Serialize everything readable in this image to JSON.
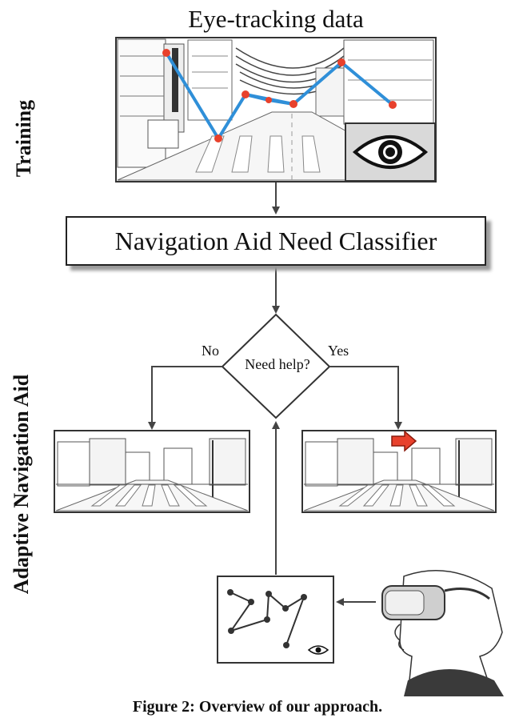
{
  "figure": {
    "top_title": "Eye-tracking data",
    "side_labels": {
      "training": "Training",
      "adaptive": "Adaptive Navigation Aid"
    },
    "classifier_label": "Navigation Aid Need Classifier",
    "decision_label": "Need help?",
    "branch_no": "No",
    "branch_yes": "Yes",
    "caption": "Figure 2: Overview of our approach."
  },
  "colors": {
    "gaze_line": "#2f8fd8",
    "gaze_point": "#e8412c",
    "arrow_aid": "#e8412c",
    "stroke": "#333333"
  },
  "icons": [
    "eye-icon",
    "navigation-arrow-icon",
    "vr-headset-user-illustration"
  ]
}
